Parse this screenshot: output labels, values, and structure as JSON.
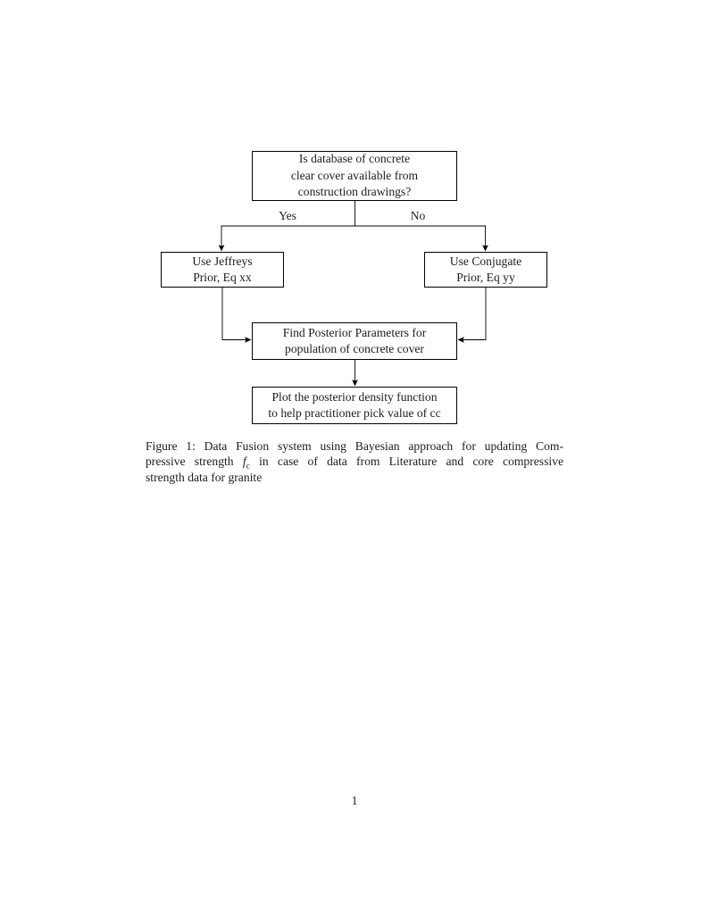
{
  "flowchart": {
    "decision": {
      "lines": [
        "Is database of concrete",
        "clear cover available from",
        "construction drawings?"
      ]
    },
    "branch_yes": "Yes",
    "branch_no": "No",
    "jeffreys": {
      "lines": [
        "Use Jeffreys",
        "Prior, Eq xx"
      ]
    },
    "conjugate": {
      "lines": [
        "Use Conjugate",
        "Prior, Eq yy"
      ]
    },
    "posterior": {
      "lines": [
        "Find Posterior Parameters for",
        "population of concrete cover"
      ]
    },
    "plot": {
      "lines": [
        "Plot the posterior density function",
        "to help practitioner pick value of cc"
      ]
    }
  },
  "caption": {
    "line1": "Figure 1: Data Fusion system using Bayesian approach for updating Com-",
    "line2_before": "pressive strength",
    "math_f": "f",
    "math_sub": "c",
    "line2_after": "in case of data from Literature and core compressive",
    "line3": "strength data for granite"
  },
  "page": {
    "number": "1"
  },
  "colors": {
    "text": "#1c1c1c",
    "line": "#000000",
    "background": "#ffffff"
  }
}
